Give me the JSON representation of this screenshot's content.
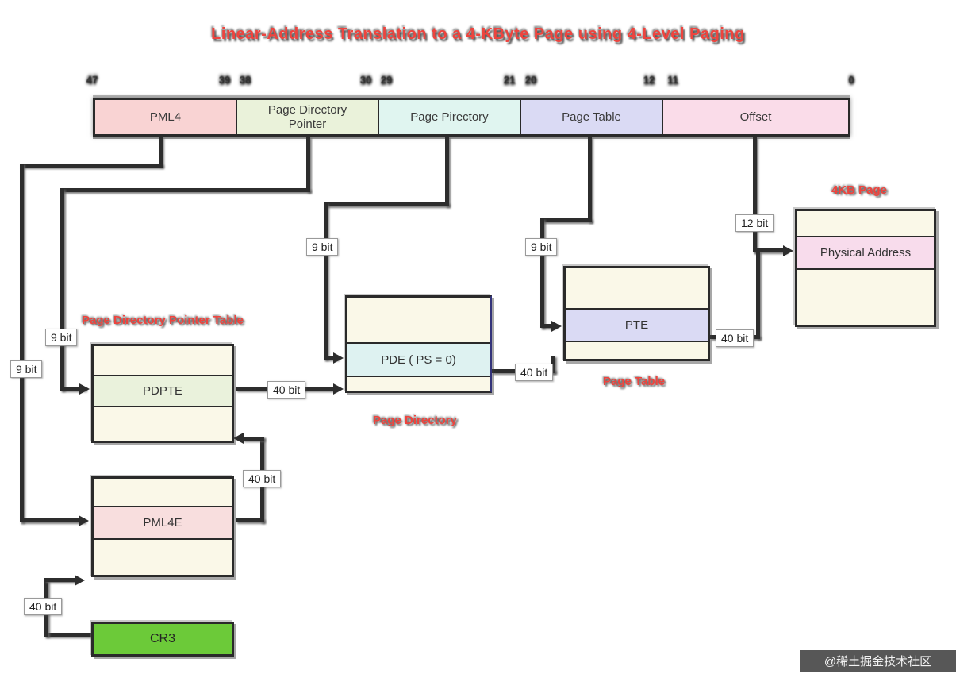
{
  "title": "Linear-Address Translation to a 4-KByte Page using 4-Level Paging",
  "bit_markers": {
    "b47": "47",
    "b39": "39",
    "b38": "38",
    "b30": "30",
    "b29": "29",
    "b21": "21",
    "b20": "20",
    "b12": "12",
    "b11": "11",
    "b0": "0"
  },
  "linear_address_bar": {
    "fields": [
      {
        "label": "PML4"
      },
      {
        "label": "Page Directory Pointer"
      },
      {
        "label": "Page Pirectory"
      },
      {
        "label": "Page Table"
      },
      {
        "label": "Offset"
      }
    ]
  },
  "connector_labels": {
    "nine_bit": "9 bit",
    "twelve_bit": "12 bit",
    "forty_bit": "40 bit"
  },
  "tables": {
    "pdpt": {
      "caption": "Page Directory Pointer Table",
      "entry": "PDPTE"
    },
    "pml4": {
      "entry": "PML4E"
    },
    "cr3": {
      "label": "CR3"
    },
    "page_directory": {
      "caption": "Page Directory",
      "entry": "PDE ( PS = 0)"
    },
    "page_table": {
      "caption": "Page  Table",
      "entry": "PTE"
    },
    "page_4kb": {
      "caption": "4KB Page",
      "entry": "Physical Address"
    }
  },
  "watermark": "@稀土掘金技术社区",
  "colors": {
    "field_pml4": "#f9d3d3",
    "field_pdp": "#eaf2da",
    "field_pd": "#e0f5f0",
    "field_pt": "#dadaf4",
    "field_offset": "#fadce9",
    "row_cream": "#faf8e8",
    "row_pdpte_green": "#eaf2dc",
    "row_pml4e_pink": "#f8dede",
    "row_pde_cyan": "#def2f1",
    "row_pte_lavender": "#dadaf4",
    "row_physaddr_pink": "#f8dcec",
    "cr3_green": "#6cca39",
    "caption_red": "#ee443e",
    "line_dark": "#2d2d2d"
  }
}
